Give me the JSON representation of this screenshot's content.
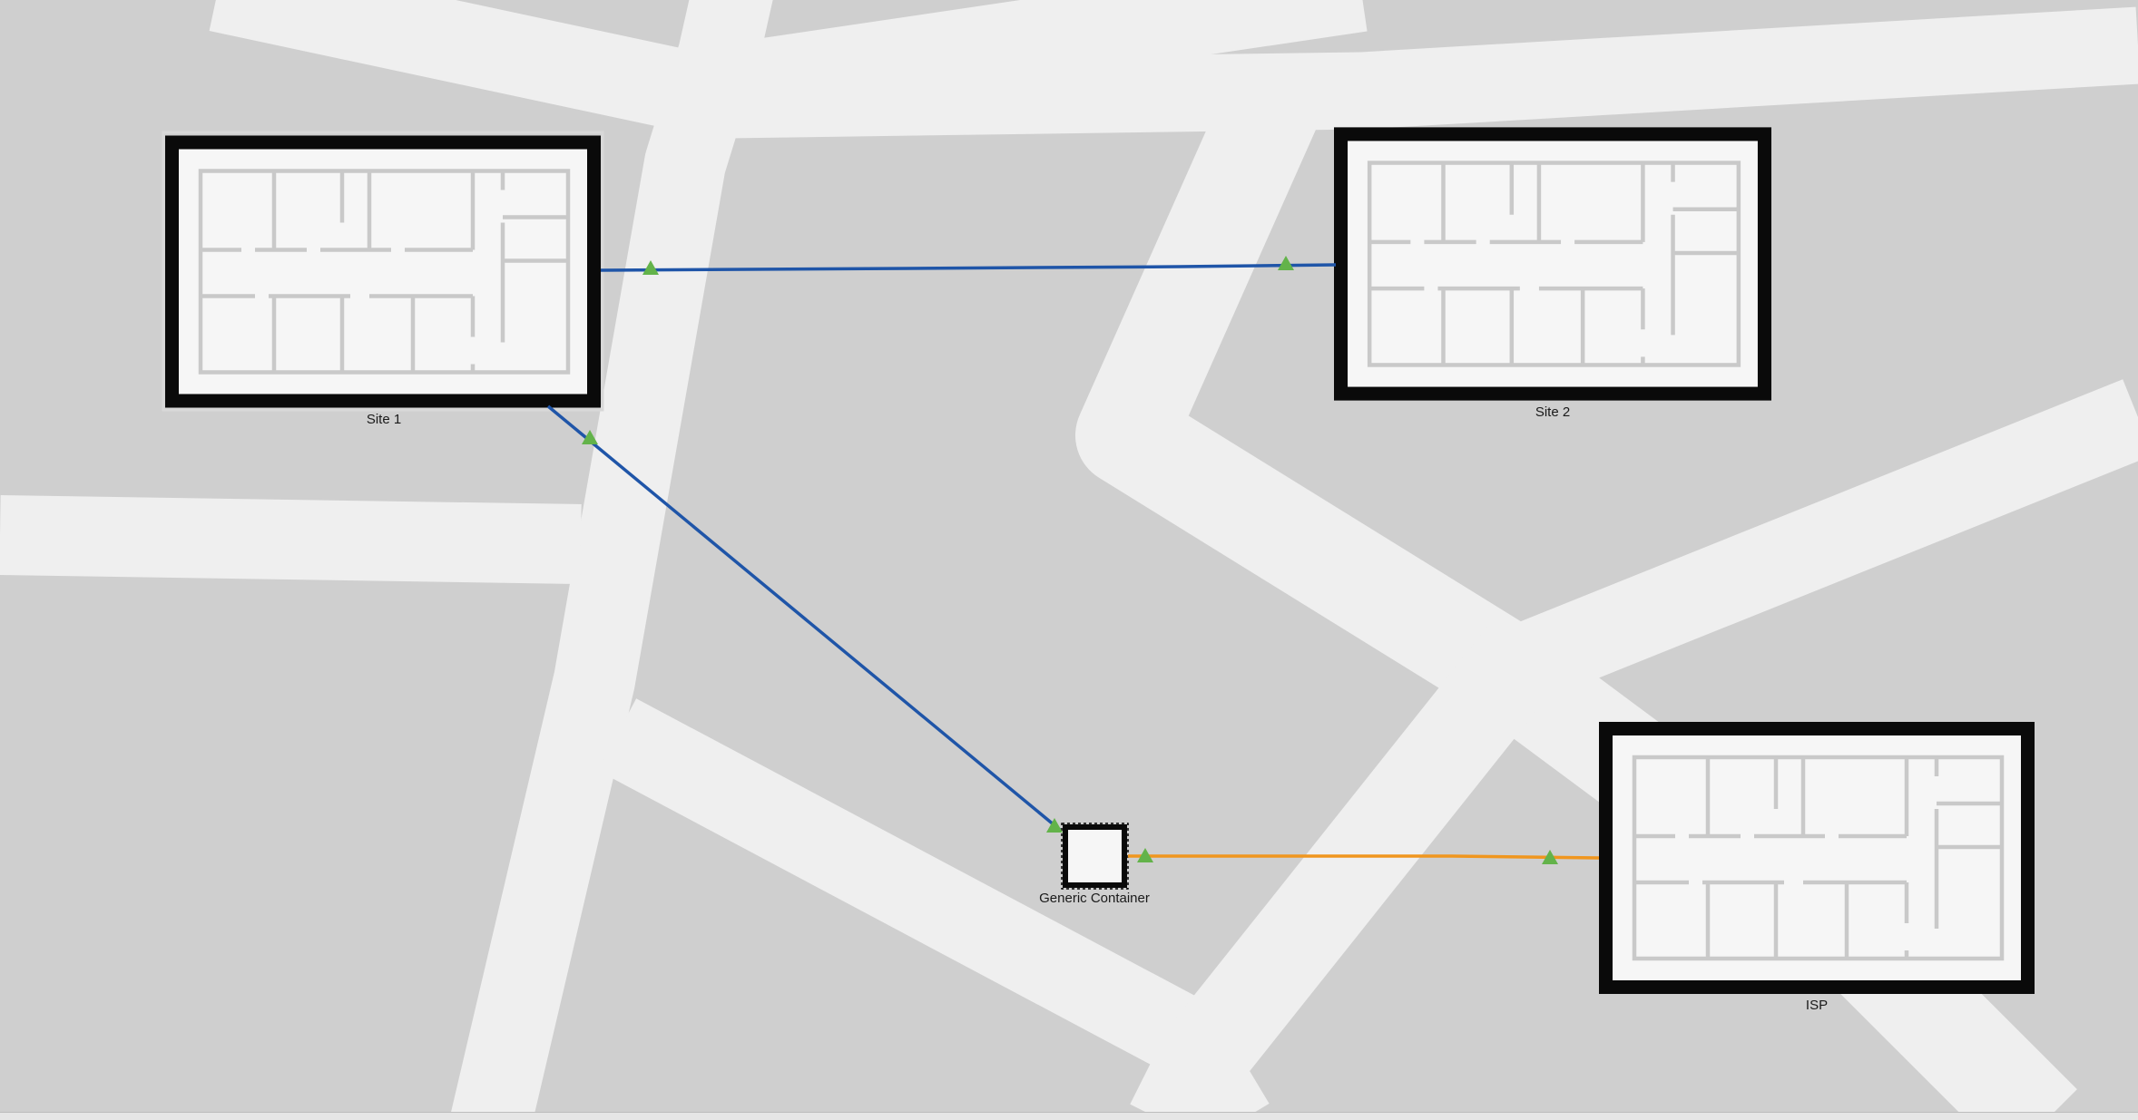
{
  "colors": {
    "map_background": "#cfcfcf",
    "street": "#efefef",
    "frame": "#0a0a0a",
    "floor": "#f6f6f6",
    "wall": "#c9c9c9",
    "link_blue": "#1f55a8",
    "link_orange": "#f0961e",
    "link_endpoint": "#63b34a"
  },
  "nodes": {
    "site1": {
      "label": "Site 1",
      "icon": "building-floorplan-icon"
    },
    "site2": {
      "label": "Site 2",
      "icon": "building-floorplan-icon"
    },
    "isp": {
      "label": "ISP",
      "icon": "building-floorplan-icon"
    },
    "container": {
      "label": "Generic Container",
      "icon": "generic-container-icon"
    }
  },
  "links": [
    {
      "from": "Site 1",
      "to": "Site 2",
      "color": "link_blue"
    },
    {
      "from": "Site 1",
      "to": "Generic Container",
      "color": "link_blue"
    },
    {
      "from": "Generic Container",
      "to": "ISP",
      "color": "link_orange"
    }
  ]
}
